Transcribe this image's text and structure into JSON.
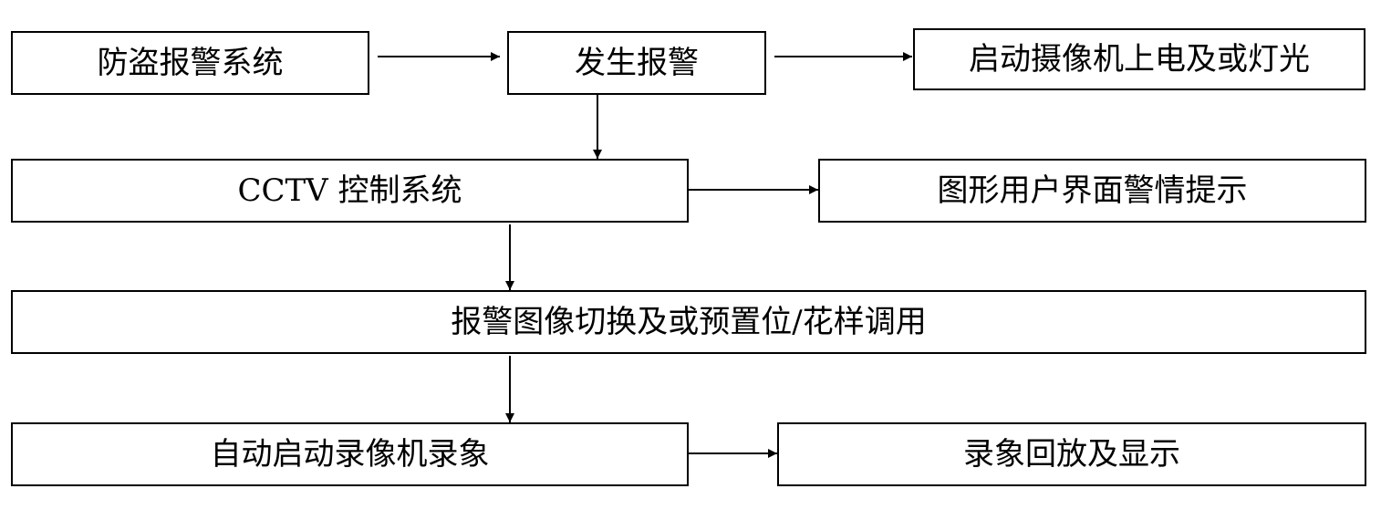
{
  "diagram": {
    "nodes": {
      "alarm_system": "防盗报警系统",
      "alarm_triggered": "发生报警",
      "camera_power": "启动摄像机上电及或灯光",
      "cctv_control": "CCTV 控制系统",
      "gui_alert": "图形用户界面警情提示",
      "image_switch": "报警图像切换及或预置位/花样调用",
      "auto_record": "自动启动录像机录象",
      "playback": "录象回放及显示"
    },
    "edges": [
      {
        "from": "alarm_system",
        "to": "alarm_triggered"
      },
      {
        "from": "alarm_triggered",
        "to": "camera_power"
      },
      {
        "from": "alarm_triggered",
        "to": "cctv_control"
      },
      {
        "from": "cctv_control",
        "to": "gui_alert"
      },
      {
        "from": "cctv_control",
        "to": "image_switch"
      },
      {
        "from": "image_switch",
        "to": "auto_record"
      },
      {
        "from": "auto_record",
        "to": "playback"
      }
    ]
  }
}
